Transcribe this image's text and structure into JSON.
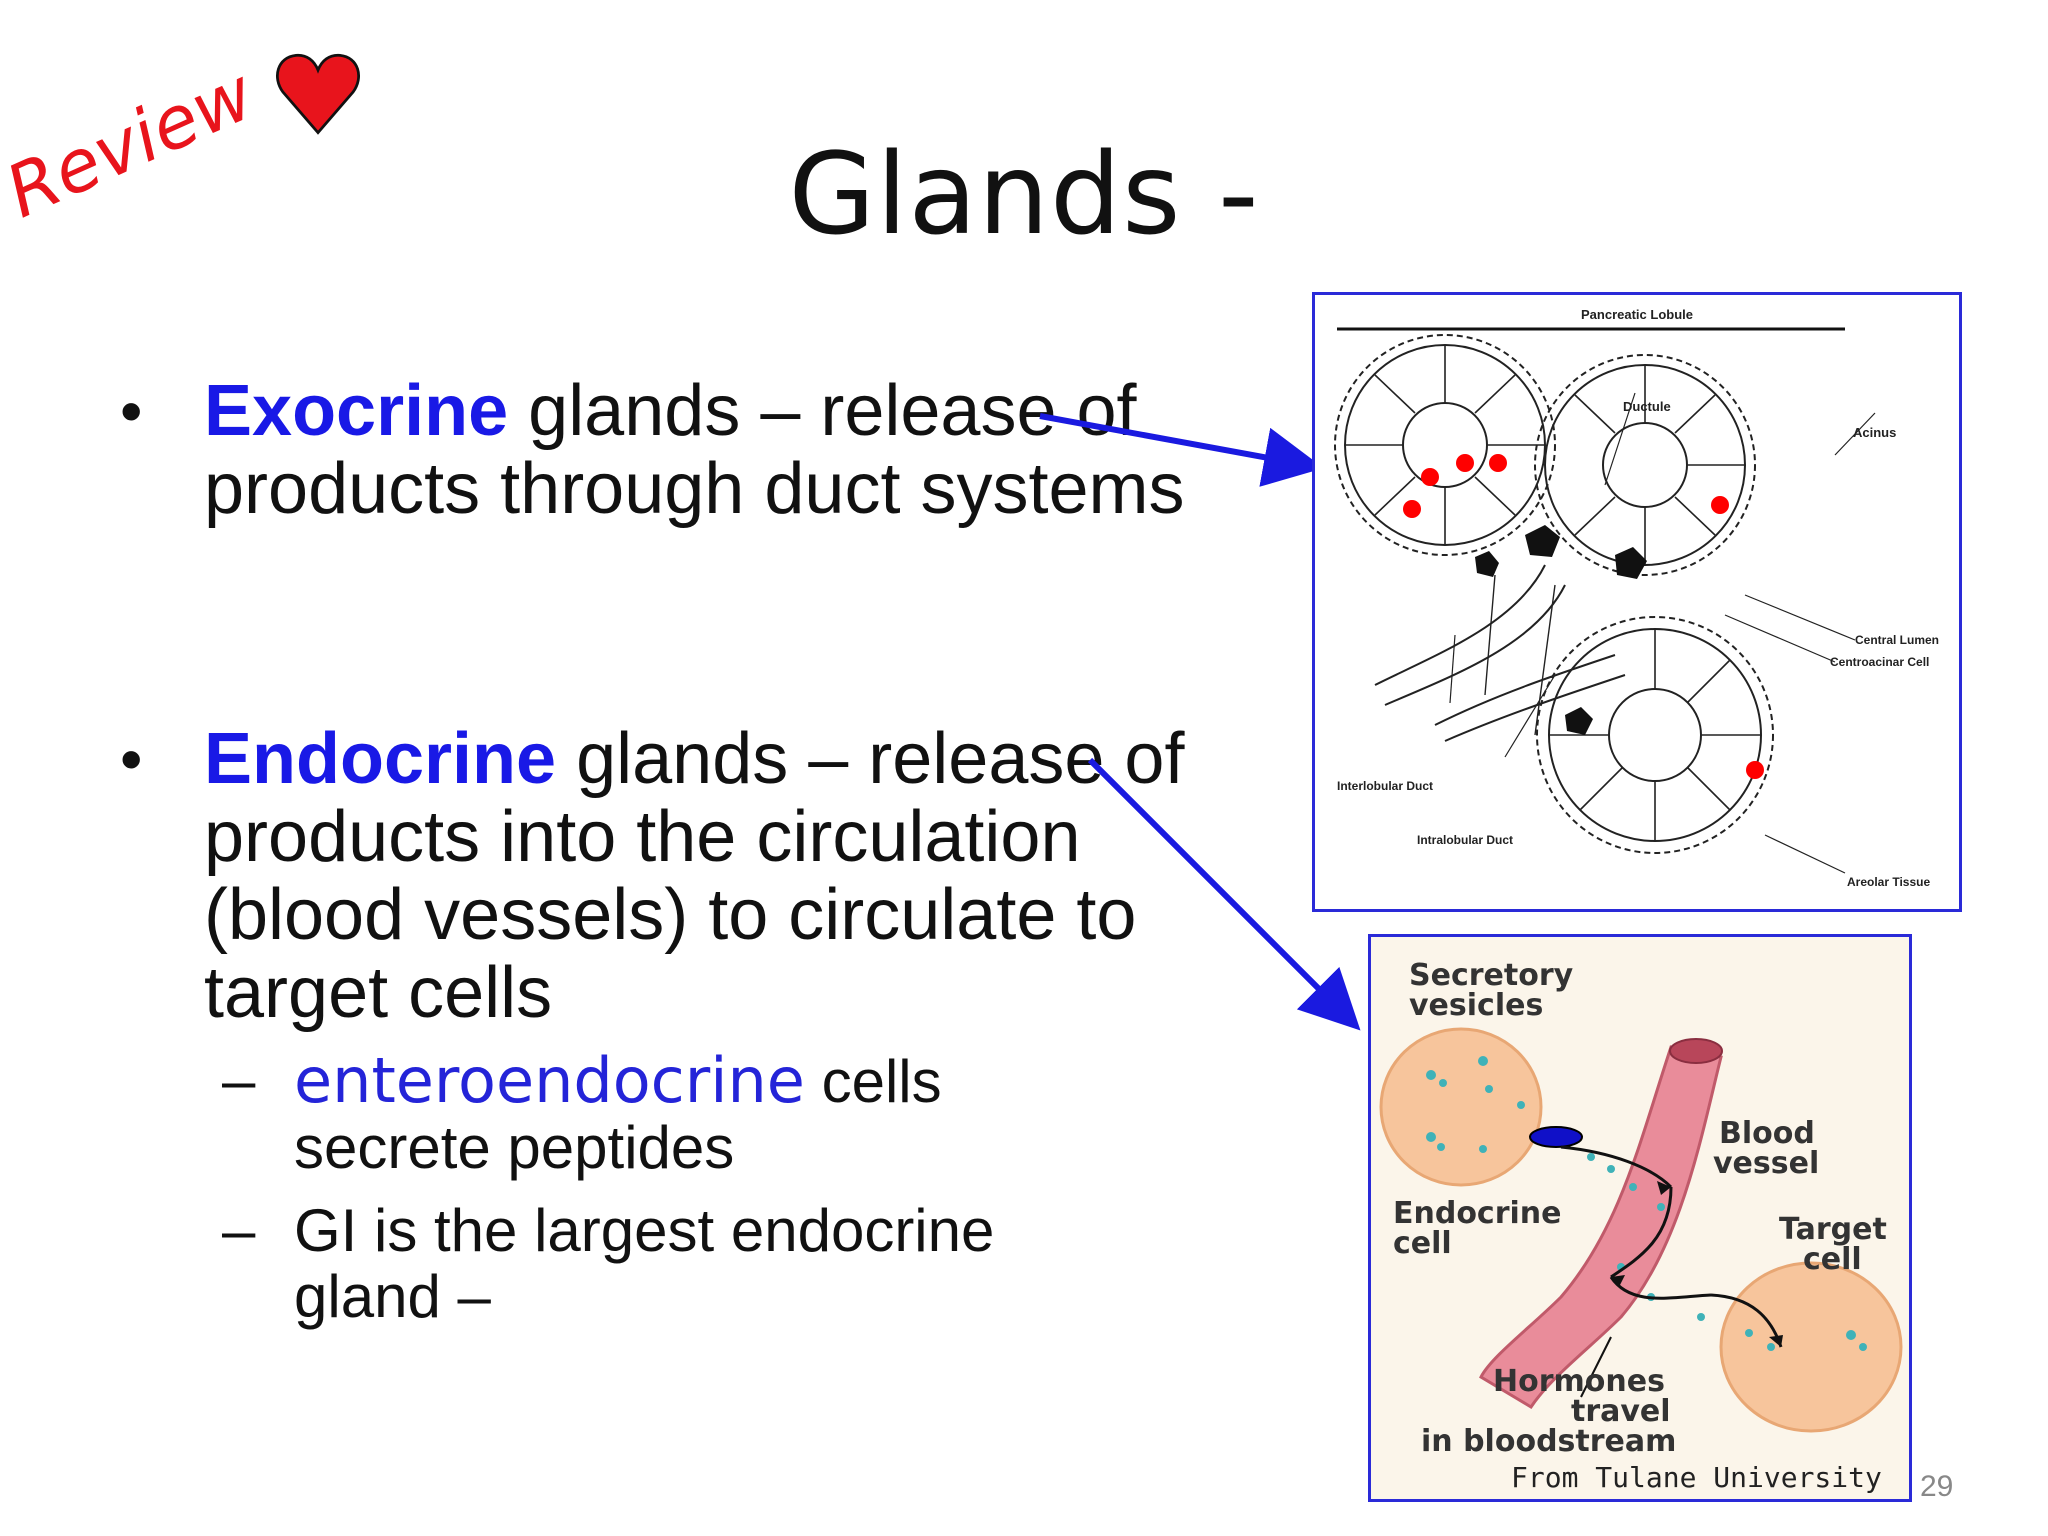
{
  "slide": {
    "title": "Glands -",
    "review_stamp": "Review",
    "page_number": "29"
  },
  "bullets": [
    {
      "keyword": "Exocrine",
      "text": " glands – release of products through duct systems"
    },
    {
      "keyword": "Endocrine",
      "text": " glands – release of products into the circulation (blood vessels) to circulate to target cells"
    }
  ],
  "sub_bullets": [
    {
      "dash": "–",
      "keyword": "enteroendocrine",
      "text": " cells secrete peptides"
    },
    {
      "dash": "–",
      "keyword": "",
      "text": "GI is the largest endocrine gland –"
    }
  ],
  "figure1": {
    "title": "Pancreatic Lobule",
    "labels": {
      "ductule": "Ductule",
      "acinus": "Acinus",
      "central_lumen": "Central Lumen",
      "centroacinar": "Centroacinar Cell",
      "interlobular": "Interlobular Duct",
      "intralobular": "Intralobular Duct",
      "areolar": "Areolar Tissue"
    }
  },
  "figure2": {
    "labels": {
      "vesicles_1": "Secretory",
      "vesicles_2": "vesicles",
      "blood_1": "Blood",
      "blood_2": "vessel",
      "endocrine_1": "Endocrine",
      "endocrine_2": "cell",
      "target_1": "Target",
      "target_2": "cell",
      "hormones_1": "Hormones",
      "hormones_2": "travel",
      "hormones_3": "in bloodstream",
      "credit": "From Tulane University"
    }
  },
  "colors": {
    "keyword": "#1919e6",
    "arrow": "#1a1ae0",
    "review": "#e8141c",
    "heart": "#e8141c",
    "figure_border": "#2a2ad8"
  }
}
